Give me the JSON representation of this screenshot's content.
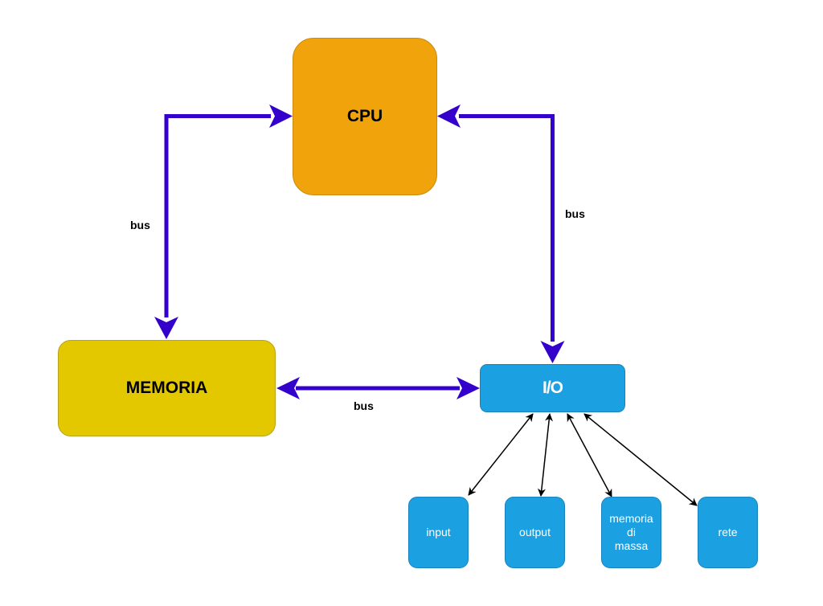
{
  "diagram": {
    "nodes": {
      "cpu": "CPU",
      "memoria": "MEMORIA",
      "io": "I/O",
      "devices": [
        {
          "id": "input",
          "label": "input"
        },
        {
          "id": "output",
          "label": "output"
        },
        {
          "id": "massa",
          "label": "memoria\ndi\nmassa"
        },
        {
          "id": "rete",
          "label": "rete"
        }
      ]
    },
    "edges": {
      "cpu_memoria": {
        "label": "bus",
        "direction": "bidirectional"
      },
      "cpu_io": {
        "label": "bus",
        "direction": "bidirectional"
      },
      "memoria_io": {
        "label": "bus",
        "direction": "bidirectional"
      },
      "io_devices": {
        "direction": "bidirectional"
      }
    },
    "colors": {
      "cpu": "#f0a30a",
      "memoria": "#e3c800",
      "io": "#1ba1e2",
      "device": "#1ba1e2",
      "bus": "#3300cc",
      "device_link": "#000000"
    }
  }
}
